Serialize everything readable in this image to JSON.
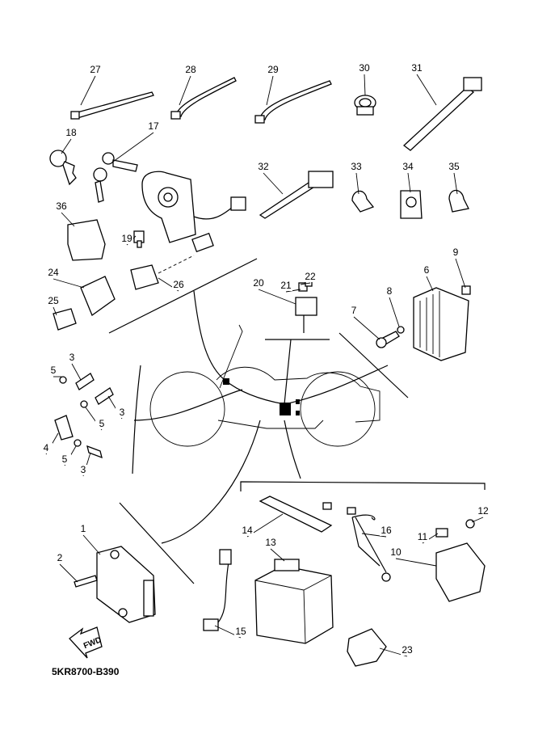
{
  "diagram": {
    "code": "5KR8700-B390",
    "fwd_label": "FWD",
    "part_labels": [
      "27",
      "28",
      "29",
      "30",
      "31",
      "18",
      "17",
      "32",
      "33",
      "34",
      "35",
      "36",
      "19",
      "26",
      "24",
      "25",
      "22",
      "20",
      "21",
      "6",
      "9",
      "8",
      "7",
      "3",
      "5",
      "3",
      "5",
      "4",
      "5",
      "3",
      "1",
      "2",
      "14",
      "13",
      "16",
      "12",
      "11",
      "10",
      "15",
      "23"
    ]
  }
}
